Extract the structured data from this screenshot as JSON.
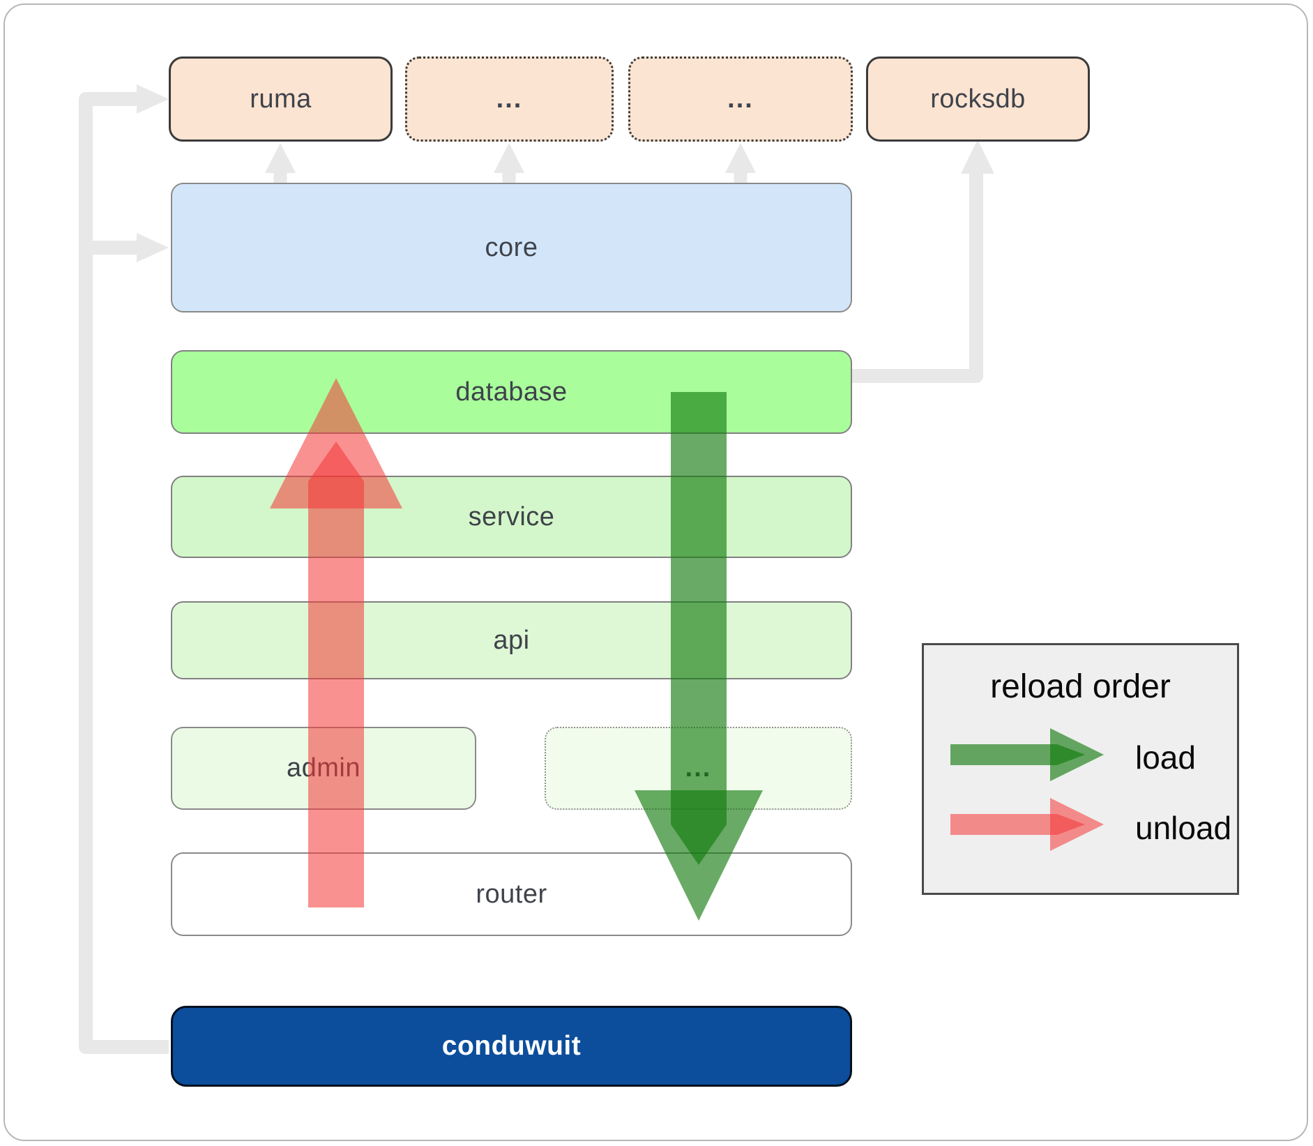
{
  "nodes": {
    "ruma": {
      "label": "ruma"
    },
    "ellipsis1": {
      "label": "..."
    },
    "ellipsis2": {
      "label": "..."
    },
    "rocksdb": {
      "label": "rocksdb"
    },
    "core": {
      "label": "core"
    },
    "database": {
      "label": "database"
    },
    "service": {
      "label": "service"
    },
    "api": {
      "label": "api"
    },
    "admin": {
      "label": "admin"
    },
    "ellipsis3": {
      "label": "..."
    },
    "router": {
      "label": "router"
    },
    "conduwuit": {
      "label": "conduwuit"
    }
  },
  "legend": {
    "title": "reload order",
    "items": [
      {
        "key": "load",
        "label": "load",
        "color": "#127a0c"
      },
      {
        "key": "unload",
        "label": "unload",
        "color": "#f43636"
      }
    ]
  },
  "colors": {
    "peach_fill": "#fce4d2",
    "core_fill": "#d3e6f9",
    "database_fill": "#a9fe9b",
    "service_fill": "#d3f7ca",
    "api_fill": "#def8d6",
    "admin_fill": "#ebfae5",
    "ellipsis_fill": "#f1fcec",
    "router_fill": "#ffffff",
    "conduwuit_fill": "#0c4d9c",
    "load_arrow": "rgba(18,122,12,0.63)",
    "unload_arrow": "rgba(244,54,54,0.55)",
    "connector_gray": "#e8e8e8",
    "legend_bg": "#efefef"
  }
}
